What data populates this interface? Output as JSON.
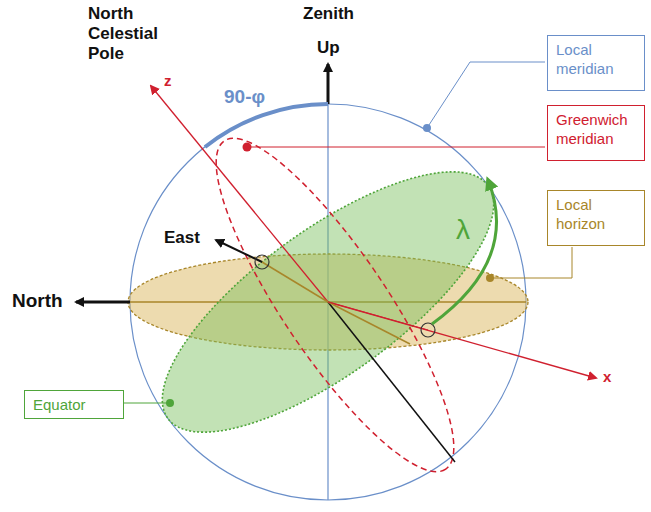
{
  "diagram": {
    "nodes": [
      {
        "text": [
          "Local meridian"
        ]
      },
      {
        "text": [
          "Greenwich meridian"
        ]
      },
      {
        "text": [
          "Local horizon"
        ]
      },
      {
        "text": [
          "Equator"
        ]
      }
    ],
    "labels": [
      "North Celestial Pole",
      "Zenith",
      "Up",
      "90-φ",
      "z",
      "East",
      "λ",
      "North",
      "x"
    ]
  }
}
